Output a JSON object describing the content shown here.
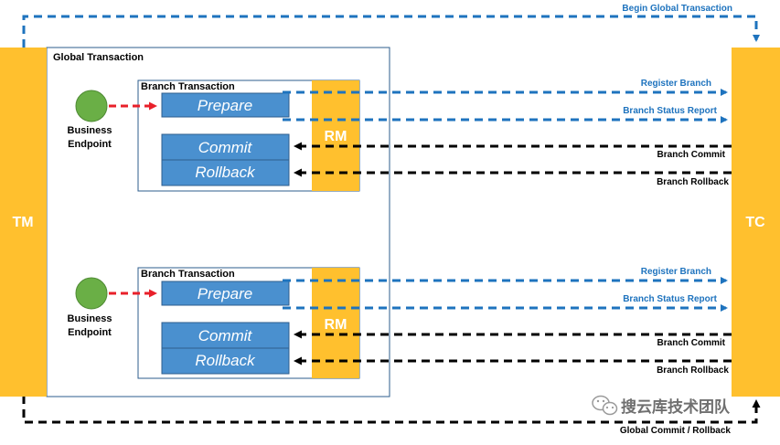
{
  "tm": "TM",
  "tc": "TC",
  "begin_global": "Begin Global Transaction",
  "global_transaction": "Global Transaction",
  "global_commit_rollback": "Global Commit / Rollback",
  "watermark": "搜云库技术团队",
  "branches": [
    {
      "title": "Branch Transaction",
      "endpoint_line1": "Business",
      "endpoint_line2": "Endpoint",
      "prepare": "Prepare",
      "commit": "Commit",
      "rollback": "Rollback",
      "rm": "RM",
      "register": "Register Branch",
      "status": "Branch Status Report",
      "branch_commit": "Branch Commit",
      "branch_rollback": "Branch Rollback"
    },
    {
      "title": "Branch Transaction",
      "endpoint_line1": "Business",
      "endpoint_line2": "Endpoint",
      "prepare": "Prepare",
      "commit": "Commit",
      "rollback": "Rollback",
      "rm": "RM",
      "register": "Register Branch",
      "status": "Branch Status Report",
      "branch_commit": "Branch Commit",
      "branch_rollback": "Branch Rollback"
    }
  ],
  "colors": {
    "orange": "#FFC02E",
    "blue_box": "#4A90CF",
    "blue_arrow": "#1E73BE",
    "black": "#000000",
    "red": "#E8202A",
    "green": "#6AAF46"
  }
}
